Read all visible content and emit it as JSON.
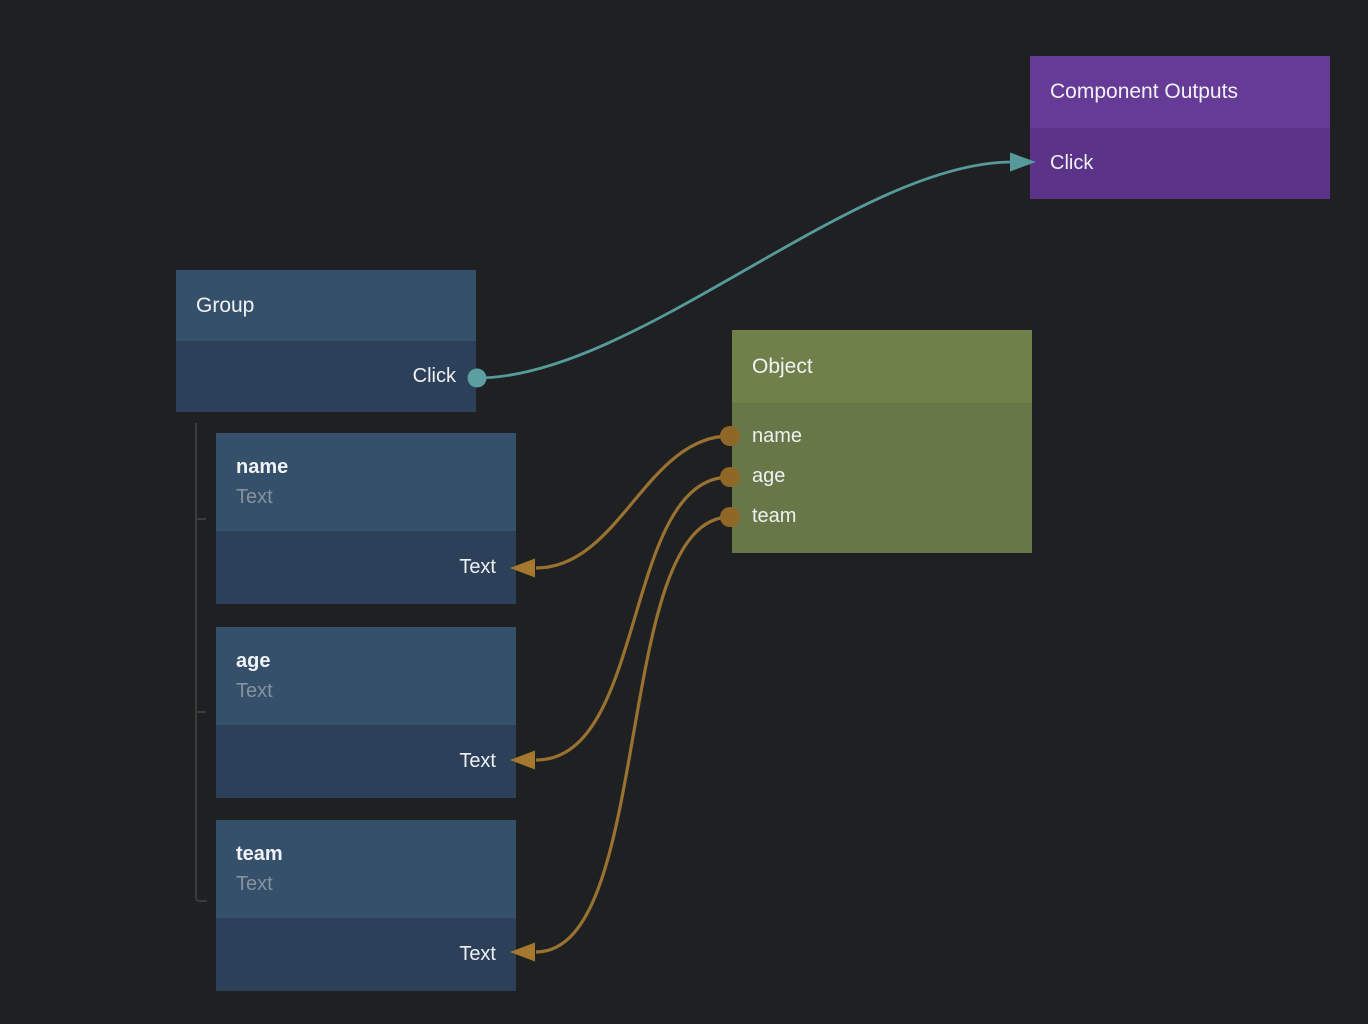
{
  "colors": {
    "background": "#1f2021",
    "blue_header": "#35506b",
    "blue_body": "#2c405a",
    "purple_header": "#653b97",
    "purple_body": "#5b3388",
    "olive_header": "#70804b",
    "olive_body": "#687748",
    "teal_edge": "#579a9c",
    "teal_port": "#5d9fa0",
    "orange_edge": "#997231",
    "orange_port": "#8f6727",
    "orange_arrow": "#a4782e",
    "tree_line": "#3b3b3b",
    "title_text": "#f1f2f3",
    "row_text": "#eef0f2",
    "subtitle_text": "#87919f"
  },
  "nodes": {
    "component_outputs": {
      "title": "Component Outputs",
      "rows": [
        {
          "label": "Click"
        }
      ]
    },
    "group": {
      "title": "Group",
      "rows": [
        {
          "label": "Click"
        }
      ]
    },
    "object": {
      "title": "Object",
      "rows": [
        {
          "label": "name"
        },
        {
          "label": "age"
        },
        {
          "label": "team"
        }
      ]
    },
    "fields": [
      {
        "title": "name",
        "subtitle": "Text",
        "rows": [
          {
            "label": "Text"
          }
        ]
      },
      {
        "title": "age",
        "subtitle": "Text",
        "rows": [
          {
            "label": "Text"
          }
        ]
      },
      {
        "title": "team",
        "subtitle": "Text",
        "rows": [
          {
            "label": "Text"
          }
        ]
      }
    ]
  },
  "edges": [
    {
      "from": "Group / Click",
      "to": "Component Outputs / Click",
      "color": "teal"
    },
    {
      "from": "Object / name",
      "to": "name / Text",
      "color": "orange"
    },
    {
      "from": "Object / age",
      "to": "age / Text",
      "color": "orange"
    },
    {
      "from": "Object / team",
      "to": "team / Text",
      "color": "orange"
    }
  ]
}
